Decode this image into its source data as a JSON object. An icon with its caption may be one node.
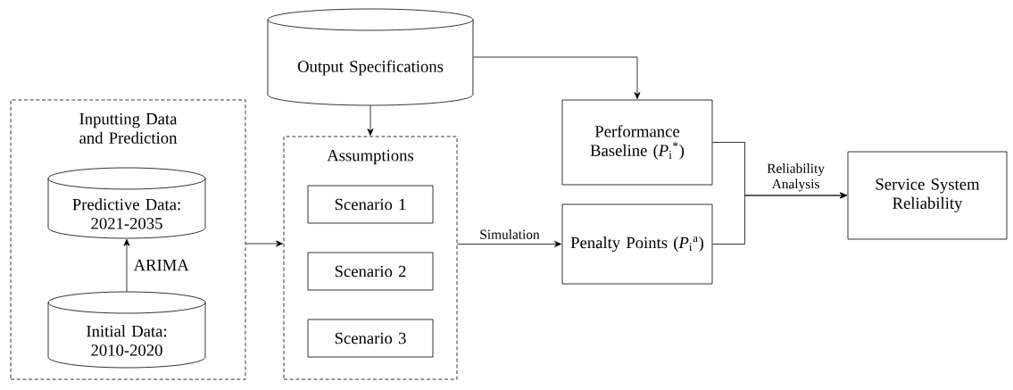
{
  "diagram": {
    "nodes": [
      {
        "text": [
          "Inputting Data and Prediction"
        ]
      },
      {
        "text": [
          "Predictive Data: 2021-2035"
        ],
        "in": 0
      },
      {
        "text": [
          "Initial Data: 2010-2020"
        ],
        "in": 0
      },
      {
        "text": [
          "Output Specifications"
        ]
      },
      {
        "text": [
          "Assumptions"
        ]
      },
      {
        "text": [
          "Scenario 1"
        ],
        "in": 4
      },
      {
        "text": [
          "Scenario 2"
        ],
        "in": 4
      },
      {
        "text": [
          "Scenario 3"
        ],
        "in": 4
      },
      {
        "text": [
          "Performance Baseline (*P*$_{i}$$^{*}$)"
        ]
      },
      {
        "text": [
          "Penalty Points (*P*$_{i}$$^{a}$)"
        ]
      },
      {
        "text": [
          "Service System Reliability"
        ]
      }
    ],
    "edges": [
      {
        "from": 2,
        "to": 1,
        "arrow": "to",
        "label": "ARIMA"
      },
      {
        "from": 0,
        "to": 4,
        "arrow": "to"
      },
      {
        "from": 3,
        "to": 4,
        "arrow": "to"
      },
      {
        "from": 4,
        "to": 9,
        "arrow": "to",
        "label": "Simulation"
      },
      {
        "from": 3,
        "to": 8,
        "arrow": "to"
      },
      {
        "from": 8,
        "to": 10,
        "arrow": "to",
        "label": "Reliability Analysis"
      },
      {
        "from": 9,
        "to": 10,
        "arrow": "to"
      }
    ]
  }
}
